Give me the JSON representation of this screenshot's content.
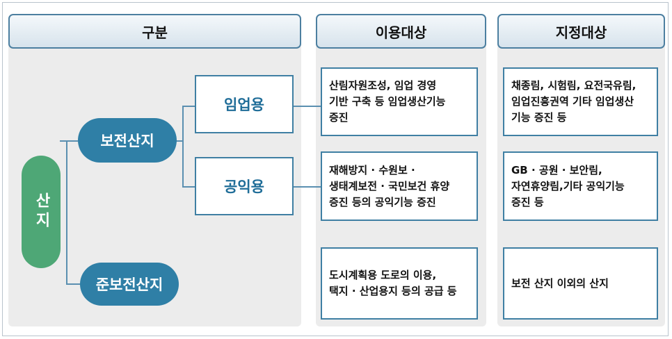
{
  "headers": {
    "category": "구분",
    "usage_target": "이용대상",
    "designation_target": "지정대상"
  },
  "root": "산지",
  "nodes": {
    "conservation": "보전산지",
    "semi_conservation": "준보전산지",
    "forestry": "임업용",
    "public": "공익용"
  },
  "usage": {
    "forestry": "산림자원조성, 임업 경영\n기반 구축 등 임업생산기능\n증진",
    "public": "재해방지 · 수원보 ·\n생태계보전 · 국민보건 휴양\n증진 등의 공익기능 증진",
    "semi": "도시계획용 도로의 이용,\n택지 · 산업용지 등의 공급 등"
  },
  "designation": {
    "forestry": "채종림, 시험림, 요전국유림,\n임업진흥권역 기타 임업생산\n기능 증진 등",
    "public": "GB · 공원 · 보안림,\n자연휴양림,기타 공익기능\n증진 등",
    "semi": "보전 산지 이외의 산지"
  }
}
